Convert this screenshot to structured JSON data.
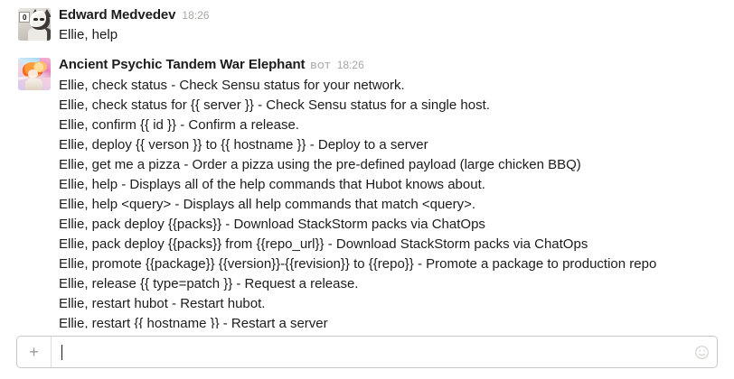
{
  "app": {
    "background_color": "#ffffff",
    "text_color": "#1d1c1d",
    "meta_color": "#a9a6a3"
  },
  "messages": [
    {
      "author": "Edward Medvedev",
      "is_bot": false,
      "bot_label": "",
      "timestamp": "18:26",
      "avatar_name": "avatar-grumpy-cat",
      "avatar_badge": "0",
      "lines": [
        "Ellie, help"
      ]
    },
    {
      "author": "Ancient Psychic Tandem War Elephant",
      "is_bot": true,
      "bot_label": "BOT",
      "timestamp": "18:26",
      "avatar_name": "avatar-anime-character",
      "avatar_badge": "",
      "lines": [
        "Ellie, check status - Check Sensu status for your network.",
        "Ellie, check status for {{ server }} - Check Sensu status for a single host.",
        "Ellie, confirm {{ id }} - Confirm a release.",
        "Ellie, deploy {{ verson }} to {{ hostname }} - Deploy to a server",
        "Ellie, get me a pizza - Order a pizza using the pre-defined payload (large chicken BBQ)",
        "Ellie, help - Displays all of the help commands that Hubot knows about.",
        "Ellie, help <query> - Displays all help commands that match <query>.",
        "Ellie, pack deploy {{packs}} - Download StackStorm packs via ChatOps",
        "Ellie, pack deploy {{packs}} from {{repo_url}} - Download StackStorm packs via ChatOps",
        "Ellie, promote {{package}} {{version}}-{{revision}} to {{repo}} - Promote a package to production repo",
        "Ellie, release {{ type=patch }} - Request a release.",
        "Ellie, restart hubot - Restart hubot.",
        "Ellie, restart {{ hostname }} - Restart a server"
      ]
    }
  ],
  "composer": {
    "add_label": "+",
    "add_icon": "plus-icon",
    "value": "",
    "placeholder": "",
    "emoji_icon": "smiley-face-icon"
  }
}
